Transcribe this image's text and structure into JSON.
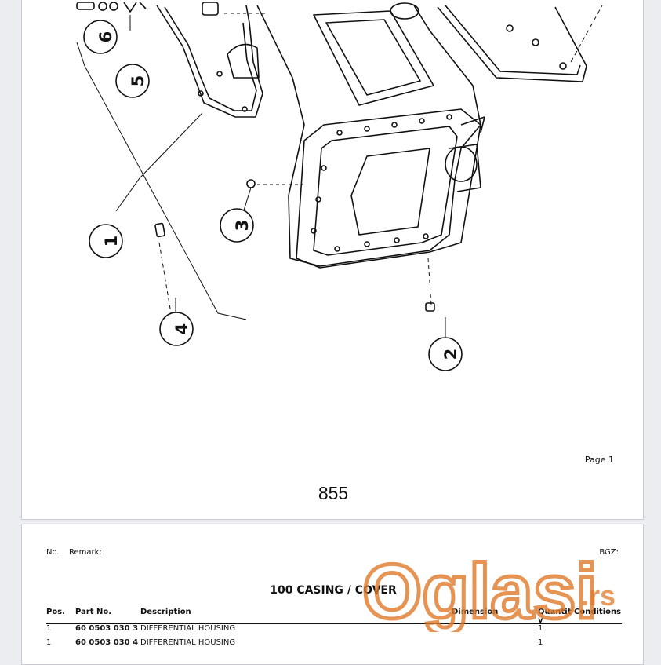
{
  "page1": {
    "callouts": [
      "6",
      "5",
      "1",
      "3",
      "4",
      "2"
    ],
    "page_label": "Page 1",
    "page_number": "855"
  },
  "page2": {
    "header": {
      "no_label": "No.",
      "remark_label": "Remark:",
      "bgz_label": "BGZ:"
    },
    "section_title": "100 CASING / COVER",
    "table": {
      "columns": [
        "Pos.",
        "Part No.",
        "Description",
        "Dimension",
        "Quantit y",
        "Conditions"
      ],
      "rows": [
        {
          "pos": "1",
          "part_no": "60 0503 030 3",
          "description": "DIFFERENTIAL HOUSING",
          "dimension": "",
          "quantity": "1",
          "conditions": ""
        },
        {
          "pos": "1",
          "part_no": "60 0503 030 4",
          "description": "DIFFERENTIAL HOUSING",
          "dimension": "",
          "quantity": "1",
          "conditions": ""
        }
      ]
    }
  },
  "watermark": {
    "brand": "Oglasi",
    "suffix": ".rs",
    "color": "#e07a2a"
  }
}
